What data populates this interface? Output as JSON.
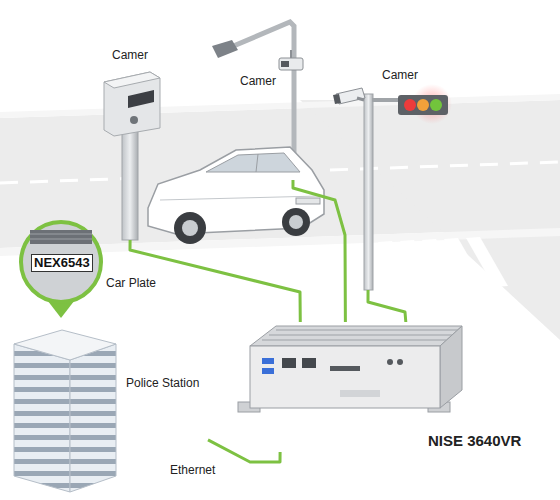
{
  "diagram": {
    "nodes": [
      {
        "text": [
          "Camer"
        ]
      },
      {
        "text": [
          "Camer"
        ]
      },
      {
        "text": [
          "Camer"
        ]
      },
      {
        "text": [
          "NISE 3640VR"
        ]
      },
      {
        "text": [
          "Police Station"
        ]
      }
    ],
    "edges": [
      {
        "from": 0,
        "to": 3,
        "arrow": "none"
      },
      {
        "from": 1,
        "to": 3,
        "arrow": "none"
      },
      {
        "from": 2,
        "to": 3,
        "arrow": "none"
      },
      {
        "from": 4,
        "to": 3,
        "label": "Ethernet",
        "arrow": "none"
      }
    ],
    "labels": [
      "Car Plate",
      "NEX6543"
    ]
  }
}
